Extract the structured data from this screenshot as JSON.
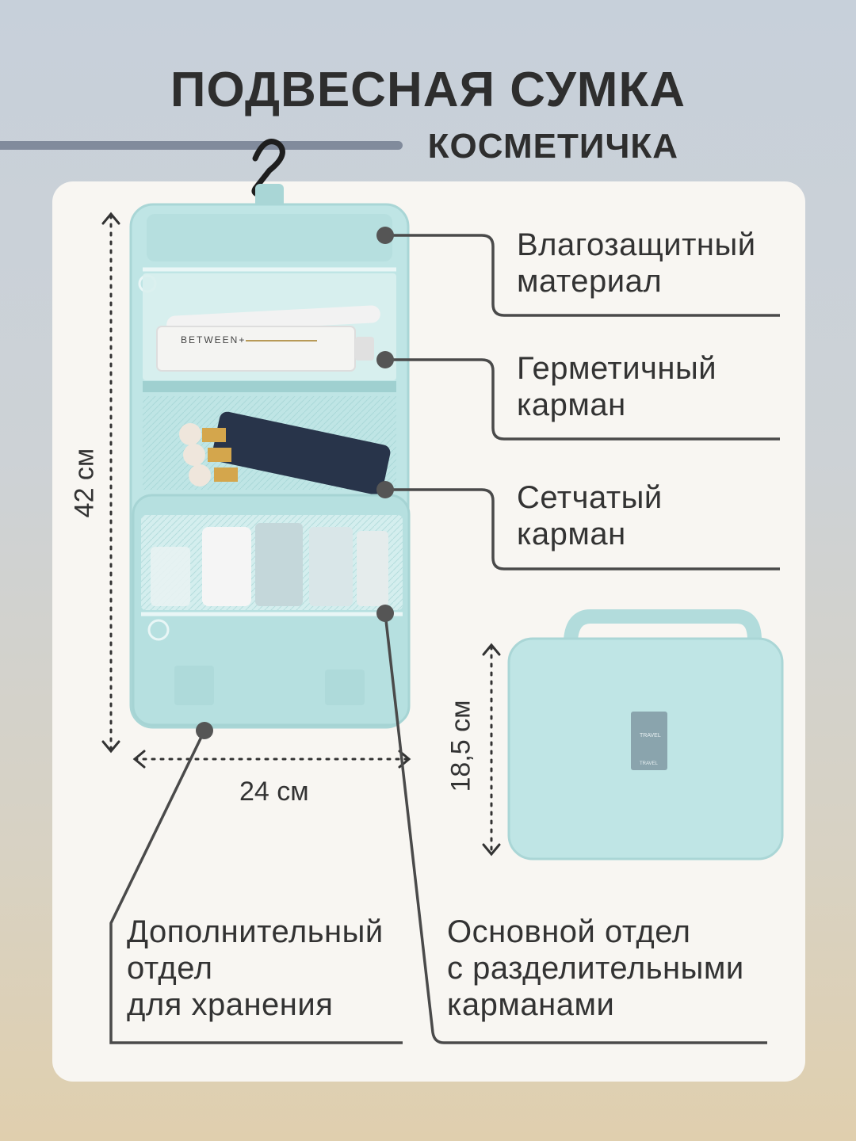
{
  "header": {
    "title": "ПОДВЕСНАЯ СУМКА",
    "subtitle": "КОСМЕТИЧКА"
  },
  "features": [
    {
      "line1": "Влагозащитный",
      "line2": "материал"
    },
    {
      "line1": "Герметичный",
      "line2": "карман"
    },
    {
      "line1": "Сетчатый",
      "line2": "карман"
    }
  ],
  "bottom_labels": {
    "extra": {
      "line1": "Дополнительный",
      "line2": "отдел",
      "line3": "для хранения"
    },
    "main": {
      "line1": "Основной отдел",
      "line2": "с разделительными",
      "line3": "карманами"
    }
  },
  "dimensions": {
    "height_open": "42 см",
    "width": "24 см",
    "height_closed": "18,5 см"
  },
  "product": {
    "tube_brand": "BETWEEN+",
    "tag_text": "TRAVEL",
    "tag_text_bottom": "TRAVEL"
  },
  "colors": {
    "bag": "#bfe5e5",
    "bag_dark": "#a9d6d6",
    "leader_line": "#4a4a4a",
    "dot": "#555555"
  }
}
